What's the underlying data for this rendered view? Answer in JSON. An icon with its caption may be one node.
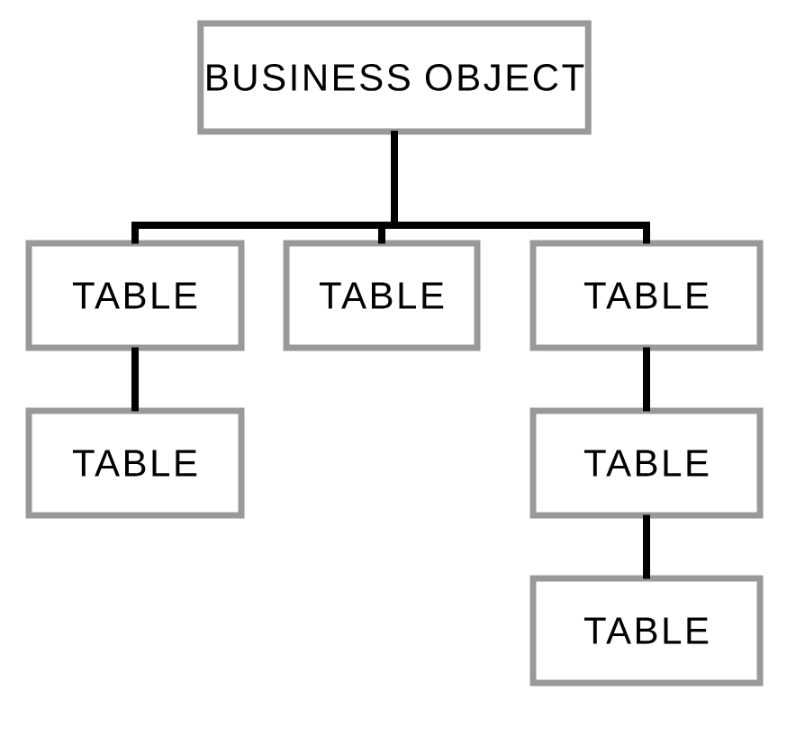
{
  "diagram": {
    "nodes": [
      {
        "text": [
          "BUSINESS OBJECT"
        ]
      },
      {
        "text": [
          "TABLE"
        ]
      },
      {
        "text": [
          "TABLE"
        ]
      },
      {
        "text": [
          "TABLE"
        ]
      },
      {
        "text": [
          "TABLE"
        ]
      },
      {
        "text": [
          "TABLE"
        ]
      },
      {
        "text": [
          "TABLE"
        ]
      }
    ],
    "edges": [
      {
        "from": 0,
        "to": 1,
        "arrow": "none"
      },
      {
        "from": 0,
        "to": 2,
        "arrow": "none"
      },
      {
        "from": 0,
        "to": 3,
        "arrow": "none"
      },
      {
        "from": 1,
        "to": 4,
        "arrow": "none"
      },
      {
        "from": 3,
        "to": 5,
        "arrow": "none"
      },
      {
        "from": 5,
        "to": 6,
        "arrow": "none"
      }
    ]
  }
}
